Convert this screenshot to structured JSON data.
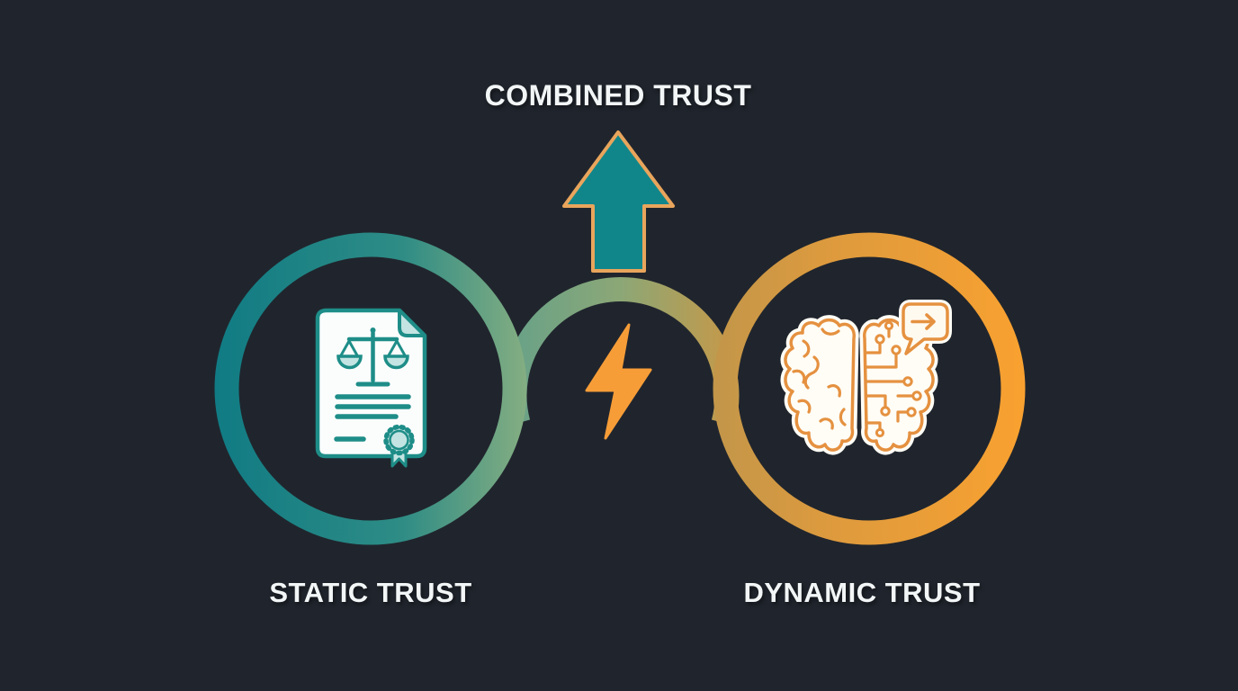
{
  "background_color": "#20252d",
  "text_color": "#f3f6f6",
  "title": {
    "text": "COMBINED TRUST"
  },
  "combined_arrow": {
    "icon": "up-arrow-icon",
    "fill": "#10868b",
    "outline": "#e9a55c"
  },
  "connector": {
    "icon": "lightning-bolt-icon",
    "bolt_color": "#f79d38",
    "arch_gradient": [
      "#6aa287",
      "#8ca776",
      "#c19a4c"
    ]
  },
  "static_trust": {
    "label": "STATIC TRUST",
    "icon": "certificate-icon",
    "ring_gradient": [
      "#107b84",
      "#2e8c85",
      "#85ae82"
    ],
    "icon_outline_color": "#1e8d88",
    "icon_fill_color": "#fafdfc",
    "icon_accent_color": "#c3e4e2"
  },
  "dynamic_trust": {
    "label": "DYNAMIC TRUST",
    "icon": "circuit-brain-icon",
    "ring_gradient": [
      "#c2964a",
      "#dc9a3e",
      "#f9a130"
    ],
    "icon_outline_color": "#e59140",
    "icon_fill_color": "#fffdf6"
  }
}
